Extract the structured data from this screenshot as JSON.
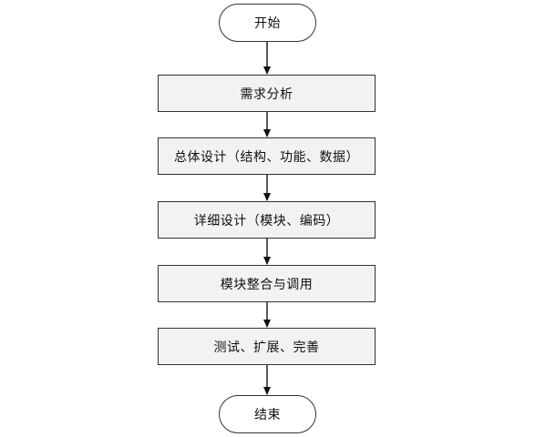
{
  "flowchart": {
    "start": "开始",
    "steps": [
      "需求分析",
      "总体设计（结构、功能、数据）",
      "详细设计（模块、编码）",
      "模块整合与调用",
      "测试、扩展、完善"
    ],
    "end": "结束",
    "colors": {
      "process_fill": "#f2f2f2",
      "terminal_fill": "#ffffff",
      "stroke": "#333333"
    }
  }
}
